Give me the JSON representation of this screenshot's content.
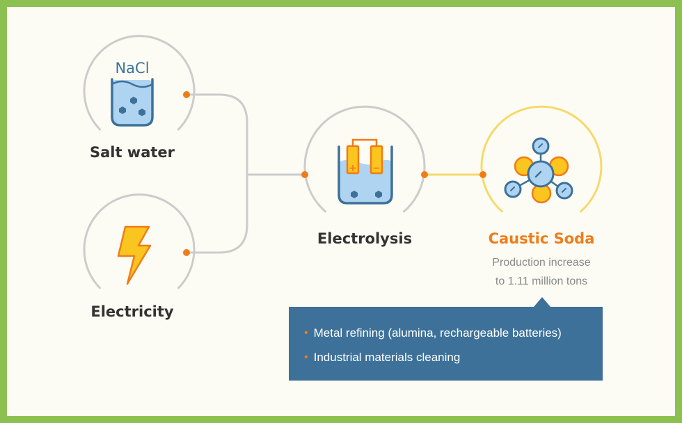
{
  "nodes": {
    "salt_water": {
      "formula": "NaCl",
      "label": "Salt water"
    },
    "electricity": {
      "label": "Electricity"
    },
    "electrolysis": {
      "label": "Electrolysis",
      "plus": "+",
      "minus": "−"
    },
    "caustic_soda": {
      "label": "Caustic Soda",
      "note_line1": "Production increase",
      "note_line2": "to 1.11 million tons"
    }
  },
  "uses": [
    {
      "text": "Metal refining (alumina, rechargeable batteries)"
    },
    {
      "text": "Industrial materials cleaning"
    }
  ],
  "icons": {
    "salt_water": "beaker-with-salt-icon",
    "electricity": "lightning-bolt-icon",
    "electrolysis": "electrolysis-cell-icon",
    "caustic_soda": "molecule-icon",
    "bullet": "•"
  },
  "colors": {
    "frame_border": "#8cc152",
    "background": "#fcfcf4",
    "circle_outline": "#cccccc",
    "product_outline": "#f7d96b",
    "connector_dot": "#f07c18",
    "accent_orange": "#f07c18",
    "liquid_blue": "#aed4f2",
    "dark_blue": "#3d7199",
    "callout_bg": "#3d7199",
    "bolt_yellow": "#fbc520"
  }
}
